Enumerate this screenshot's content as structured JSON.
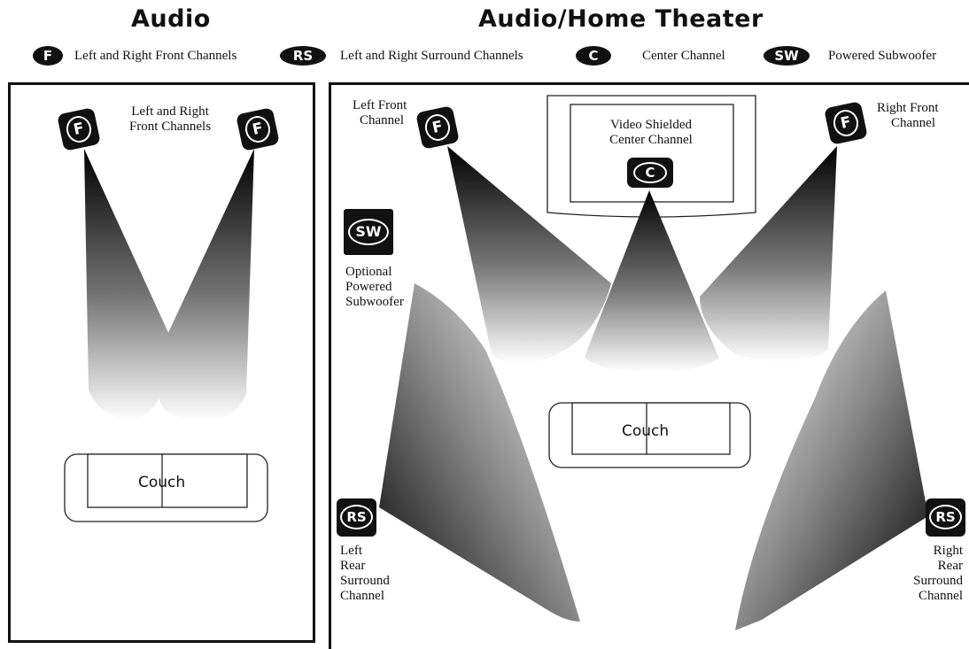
{
  "titles": {
    "audio": "Audio",
    "home_theater": "Audio/Home Theater"
  },
  "legend": [
    {
      "symbol": "F",
      "label": "Left and Right Front Channels"
    },
    {
      "symbol": "RS",
      "label": "Left and Right Surround Channels"
    },
    {
      "symbol": "C",
      "label": "Center Channel"
    },
    {
      "symbol": "SW",
      "label": "Powered Subwoofer"
    }
  ],
  "audio_panel": {
    "front_label_1": "Left and Right",
    "front_label_2": "Front Channels",
    "couch": "Couch"
  },
  "home_panel": {
    "left_front_1": "Left Front",
    "left_front_2": "Channel",
    "right_front_1": "Right Front",
    "right_front_2": "Channel",
    "center_1": "Video Shielded",
    "center_2": "Center Channel",
    "sub_1": "Optional",
    "sub_2": "Powered",
    "sub_3": "Subwoofer",
    "left_rear": [
      "Left",
      "Rear",
      "Surround",
      "Channel"
    ],
    "right_rear": [
      "Right",
      "Rear",
      "Surround",
      "Channel"
    ],
    "couch": "Couch"
  },
  "icons": {
    "front": "F",
    "surround": "RS",
    "center": "C",
    "sub": "SW"
  }
}
